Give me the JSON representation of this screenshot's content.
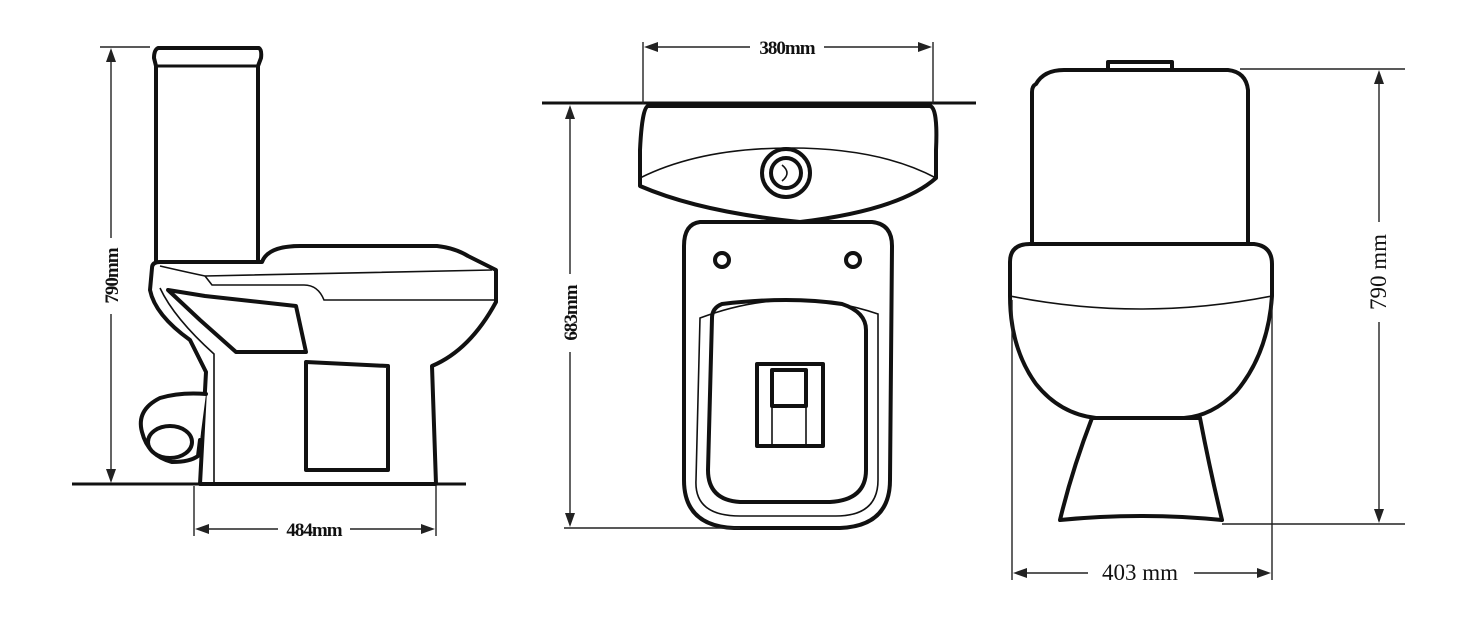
{
  "dimensions": {
    "side_height": "790mm",
    "side_depth": "484mm",
    "top_width": "380mm",
    "top_length": "683mm",
    "front_height": "790 mm",
    "front_width": "403 mm"
  }
}
